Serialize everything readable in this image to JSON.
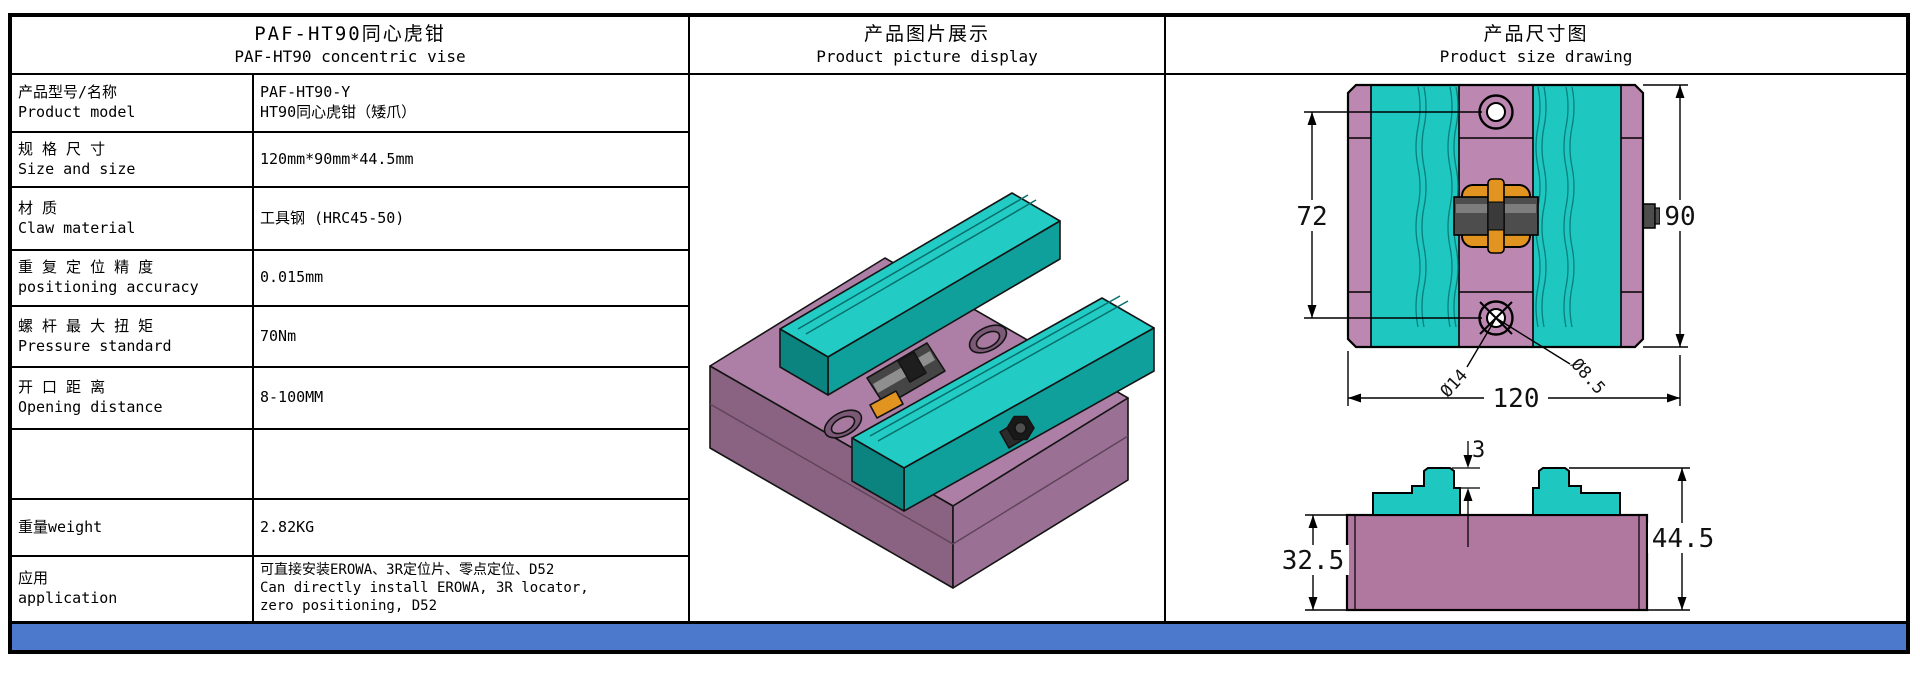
{
  "panels": {
    "specs": {
      "title_zh": "PAF-HT90同心虎钳",
      "title_en": "PAF-HT90 concentric vise",
      "rows": [
        {
          "label_zh": "产品型号/名称",
          "label_en": "Product model",
          "value_lines": [
            "PAF-HT90-Y",
            "HT90同心虎钳（矮爪）"
          ]
        },
        {
          "label_zh": "规 格 尺 寸",
          "label_en": "Size and size",
          "value_lines": [
            "120mm*90mm*44.5mm"
          ]
        },
        {
          "label_zh": "材 质",
          "label_en": "Claw material",
          "value_lines": [
            "工具钢 (HRC45-50)"
          ]
        },
        {
          "label_zh": "重 复 定 位 精 度",
          "label_en": "positioning accuracy",
          "value_lines": [
            "0.015mm"
          ]
        },
        {
          "label_zh": "螺 杆 最 大 扭 矩",
          "label_en": "Pressure standard",
          "value_lines": [
            "70Nm"
          ]
        },
        {
          "label_zh": "开 口 距 离",
          "label_en": "Opening distance",
          "value_lines": [
            "8-100MM"
          ]
        },
        {
          "label_zh": "",
          "label_en": "",
          "value_lines": []
        },
        {
          "label_zh": "重量weight",
          "label_en": "",
          "value_lines": [
            "2.82KG"
          ]
        },
        {
          "label_zh": "应用",
          "label_en": "application",
          "value_lines": [
            "可直接安装EROWA、3R定位片、零点定位、D52",
            "Can directly install EROWA, 3R locator,",
            "zero positioning, D52"
          ]
        }
      ]
    },
    "picture": {
      "title_zh": "产品图片展示",
      "title_en": "Product picture display"
    },
    "drawing": {
      "title_zh": "产品尺寸图",
      "title_en": "Product size drawing",
      "dimensions": {
        "hole_pitch": "72",
        "body_height": "90",
        "body_length": "120",
        "counterbore_dia": "Ø14",
        "through_hole_dia": "Ø8.5",
        "jaw_step": "3",
        "base_height": "32.5",
        "total_height": "44.5"
      }
    }
  },
  "colors": {
    "teal": "#1fc7c1",
    "purple": "#b183aa",
    "orange": "#e29420",
    "dark_gray": "#454545",
    "bottom_bar_blue": "#4d79cc",
    "line_black": "#000000"
  }
}
